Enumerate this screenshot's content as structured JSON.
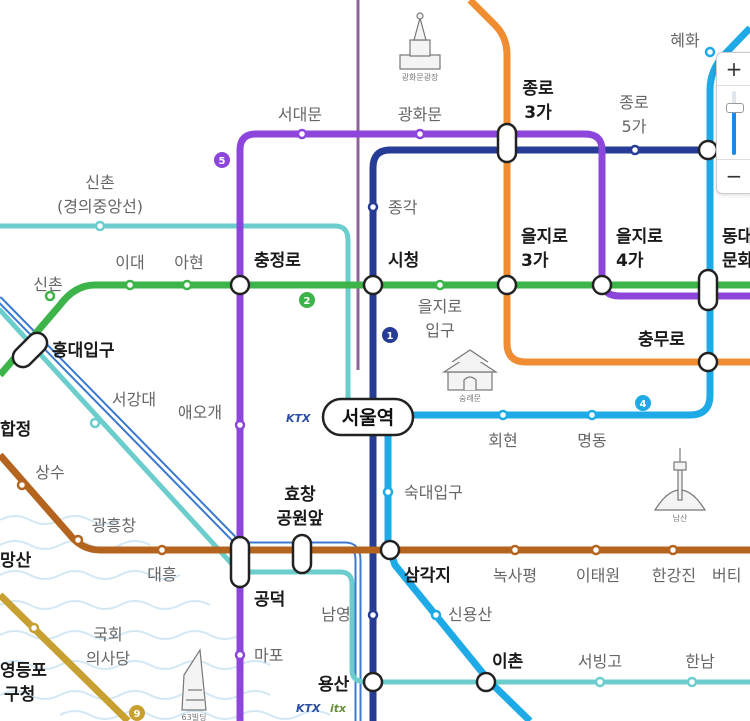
{
  "stations": {
    "seodaemun": "서대문",
    "gwanghwamun": "광화문",
    "jongno3ga_1": "종로",
    "jongno3ga_2": "3가",
    "jongno5ga_1": "종로",
    "jongno5ga_2": "5가",
    "hyehwa": "혜화",
    "sinchon_gj_1": "신촌",
    "sinchon_gj_2": "(경의중앙선)",
    "jonggak": "종각",
    "sinchon": "신촌",
    "idae": "이대",
    "ahyeon": "아현",
    "chungjeongno": "충정로",
    "sicheong": "시청",
    "euljiro3ga_1": "을지로",
    "euljiro3ga_2": "3가",
    "euljiro4ga_1": "을지로",
    "euljiro4ga_2": "4가",
    "dongdaemun_1": "동대",
    "dongdaemun_2": "문화",
    "euljiro_ipgu_1": "을지로",
    "euljiro_ipgu_2": "입구",
    "hongdae": "홍대입구",
    "chungmuro": "충무로",
    "hapjeong": "합정",
    "seogang": "서강대",
    "aeogae": "애오개",
    "seoul_station": "서울역",
    "hoehyeon": "회현",
    "myeongdong": "명동",
    "sangsu": "상수",
    "sookmyung": "숙대입구",
    "gwangheungchang": "광흥창",
    "hyochang_1": "효창",
    "hyochang_2": "공원앞",
    "daeheung": "대흥",
    "samgakji": "삼각지",
    "noksapyeong": "녹사평",
    "itaewon": "이태원",
    "hangangjin": "한강진",
    "beoti": "버티",
    "mangwon": "망산",
    "gongdeok": "공덕",
    "namyeong": "남영",
    "sinyongsan": "신용산",
    "national_1": "국회",
    "national_2": "의사당",
    "mapo": "마포",
    "ichon": "이촌",
    "seobinggo": "서빙고",
    "hannam": "한남",
    "yeongdeungpo_1": "영등포",
    "yeongdeungpo_2": "구청",
    "yongsan": "용산"
  },
  "line_badges": {
    "l1": "1",
    "l2": "2",
    "l4": "4",
    "l5": "5",
    "l9": "9"
  },
  "operator_marks": {
    "ktx_seoul": "KTX",
    "ktx_yongsan": "KTX",
    "itx_yongsan": "itx"
  },
  "landmarks": {
    "gwanghwamun_plaza": "광화문광장",
    "sungnyemun": "숭례문",
    "namsan": "남산",
    "building63": "63빌딩"
  },
  "zoom": {
    "zoom_in": "+",
    "zoom_out": "−",
    "level": 0.72
  },
  "colors": {
    "line1": "#263c96",
    "line2": "#3cb44a",
    "line3": "#f08c32",
    "line4": "#1eaae6",
    "line5": "#8c46dc",
    "line6": "#b4641e",
    "line9": "#c8a032",
    "gyeongui": "#6ccdcd",
    "airport": "#3c7ad2",
    "gyeongchun": "#8c6496"
  }
}
